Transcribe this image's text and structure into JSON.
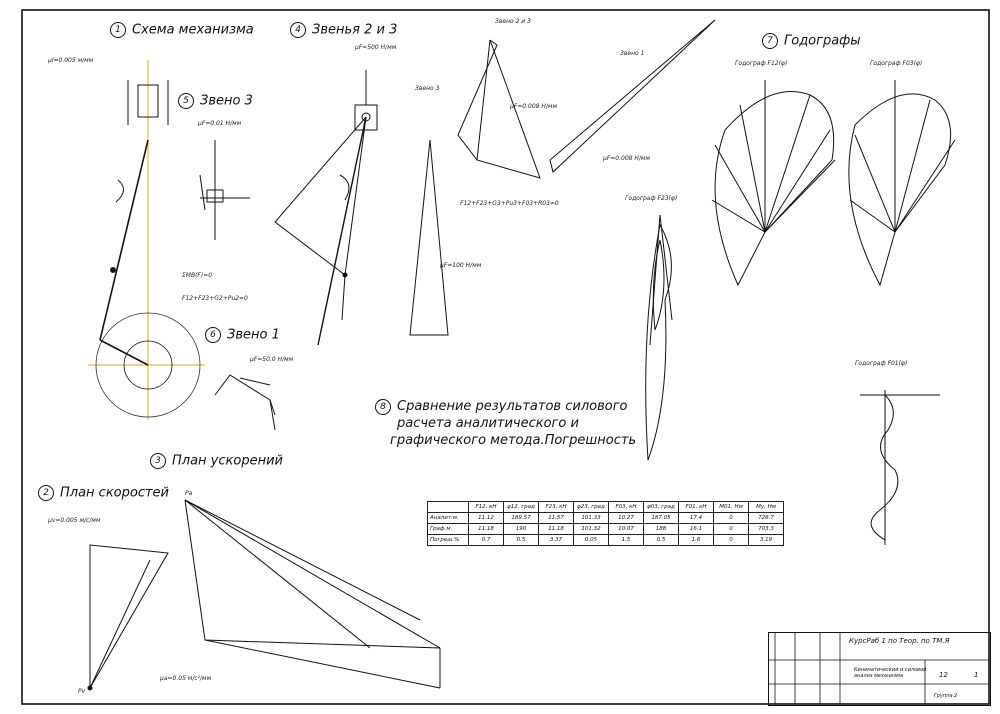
{
  "headings": {
    "h1": {
      "num": "1",
      "text": "Схема механизма"
    },
    "h2": {
      "num": "2",
      "text": "План скоростей"
    },
    "h3": {
      "num": "3",
      "text": "План ускорений"
    },
    "h4": {
      "num": "4",
      "text": "Звенья 2 и 3"
    },
    "h5": {
      "num": "5",
      "text": "Звено 3"
    },
    "h6": {
      "num": "6",
      "text": "Звено 1"
    },
    "h7": {
      "num": "7",
      "text": "Годографы"
    },
    "h8": {
      "num": "8",
      "lines": [
        "Сравнение результатов силового",
        "расчета аналитического и",
        "графического метода.Погрешность"
      ]
    }
  },
  "labels": {
    "mu_l": "μl=0.005 м/мм",
    "mu_v": "μv=0.005 м/с/мм",
    "mu_a": "μa=0.05 м/с²/мм",
    "mu_f1": "μF=50.0 Н/мм",
    "mu_f2": "μF=0.01 Н/мм",
    "mu_f3": "μF=100 Н/мм",
    "mu_f4": "μF=0.008 Н/мм",
    "mu_f5": "μF=500 Н/мм",
    "zveno2_3": "Звено 2 и 3",
    "zveno3": "Звено 3",
    "zveno1": "Звено 1",
    "hod1": "Годограф F12(φ)",
    "hod2": "Годограф F03(φ)",
    "hod3": "Годограф F23(φ)",
    "hod4": "Годограф F01(φ)",
    "eq1": "ΣMB(F)=0",
    "eq2": "F12+F23+G2+Pu2=0",
    "eq3": "F12+F23+G3+Pu3+F03+R03=0",
    "pv": "Pv",
    "pa": "Pa"
  },
  "table": {
    "headers": [
      "",
      "F12, кН",
      "φ12, град",
      "F23, кН",
      "φ23, град",
      "F03, кН",
      "φ03, град",
      "F01, кН",
      "M01, Нм",
      "Mу, Нм"
    ],
    "rows": [
      [
        "Аналит.м.",
        "11.12",
        "189.57",
        "11.57",
        "101.33",
        "10.27",
        "187.05",
        "17.4",
        "0",
        "726.7"
      ],
      [
        "Граф.м.",
        "11.18",
        "190",
        "11.18",
        "101.32",
        "10.07",
        "188",
        "16.1",
        "0",
        "703.3"
      ],
      [
        "Погреш.%",
        "0.7",
        "0.5",
        "3.37",
        "0.05",
        "1.5",
        "0.5",
        "1.6",
        "0",
        "3.19"
      ]
    ]
  },
  "title_block": {
    "title": "КурсРаб 1 по Теор. по ТМ.Я",
    "name": "Кинематический и силовой анализ механизма",
    "sheet": "12",
    "sheets": "1",
    "group": "Группа 2"
  },
  "colors": {
    "axis": "#f0a020",
    "ink": "#111111"
  }
}
